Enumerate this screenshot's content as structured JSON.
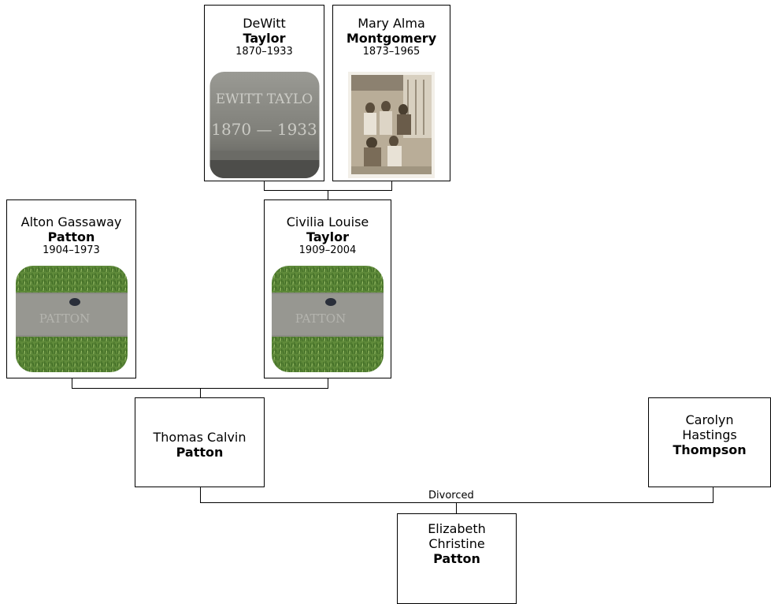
{
  "people": {
    "dewitt": {
      "given": "DeWitt",
      "surname": "Taylor",
      "dates": "1870–1933",
      "photo": "headstone"
    },
    "mary": {
      "given": "Mary Alma",
      "surname": "Montgomery",
      "dates": "1873–1965",
      "photo": "family-photo"
    },
    "alton": {
      "given": "Alton Gassaway",
      "surname": "Patton",
      "dates": "1904–1973",
      "photo": "grave-marker"
    },
    "civilia": {
      "given": "Civilia Louise",
      "surname": "Taylor",
      "dates": "1909–2004",
      "photo": "grave-marker"
    },
    "thomas": {
      "given": "Thomas Calvin",
      "surname": "Patton"
    },
    "carolyn": {
      "given_line1": "Carolyn",
      "given_line2": "Hastings",
      "surname": "Thompson"
    },
    "elizabeth": {
      "given_line1": "Elizabeth",
      "given_line2": "Christine",
      "surname": "Patton"
    }
  },
  "relationships": {
    "thomas_carolyn": "Divorced"
  },
  "photo_text": {
    "headstone_line1": "EWITT TAYLO",
    "headstone_line2": "1870 — 1933",
    "marker_text": "PATTON"
  },
  "colors": {
    "border": "#000000",
    "stone": "#8a8a84",
    "grass": "#5f8a3a",
    "sepia": "#b9ad98"
  }
}
